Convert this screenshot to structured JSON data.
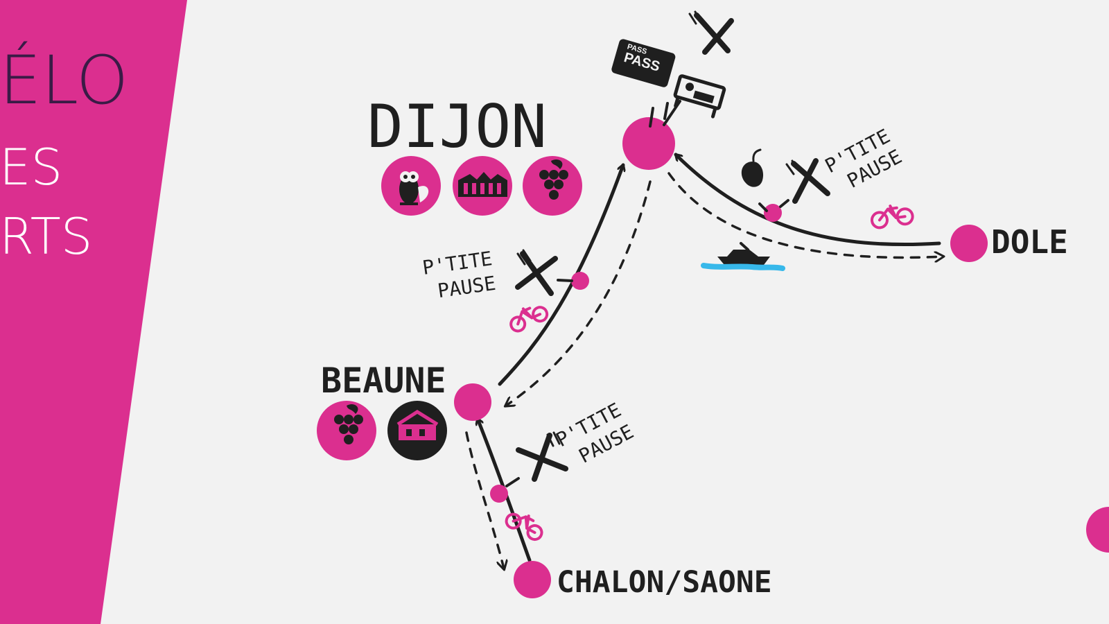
{
  "banner": {
    "title": "ÉLO",
    "line_1": "ES",
    "line_2": "RTS"
  },
  "places": {
    "dijon": "DIJON",
    "dole": "DOLE",
    "beaune": "BEAUNE",
    "chalon_saone": "CHALON/SAONE"
  },
  "stops": {
    "dijon_dole": {
      "line_1": "P'TITE",
      "line_2": "PAUSE"
    },
    "dijon_beaune": {
      "line_1": "P'TITE",
      "line_2": "PAUSE"
    },
    "beaune_chalon": {
      "line_1": "P'TITE",
      "line_2": "PAUSE"
    }
  },
  "icons": {
    "pass_card": "PASS",
    "restaurant": "fork-knife-icon",
    "hotel": "bed-icon",
    "fruit": "apple-icon",
    "bike": "bike-icon",
    "boat": "boat-icon",
    "owl": "owl-icon",
    "landmark": "building-icon",
    "vineyard": "grapes-icon",
    "market": "market-icon"
  },
  "colors": {
    "pink": "#db2f8f",
    "dark": "#1f1f1f",
    "background": "#f2f2f2",
    "banner_dark": "#3a1b46",
    "water": "#37b8ea"
  }
}
